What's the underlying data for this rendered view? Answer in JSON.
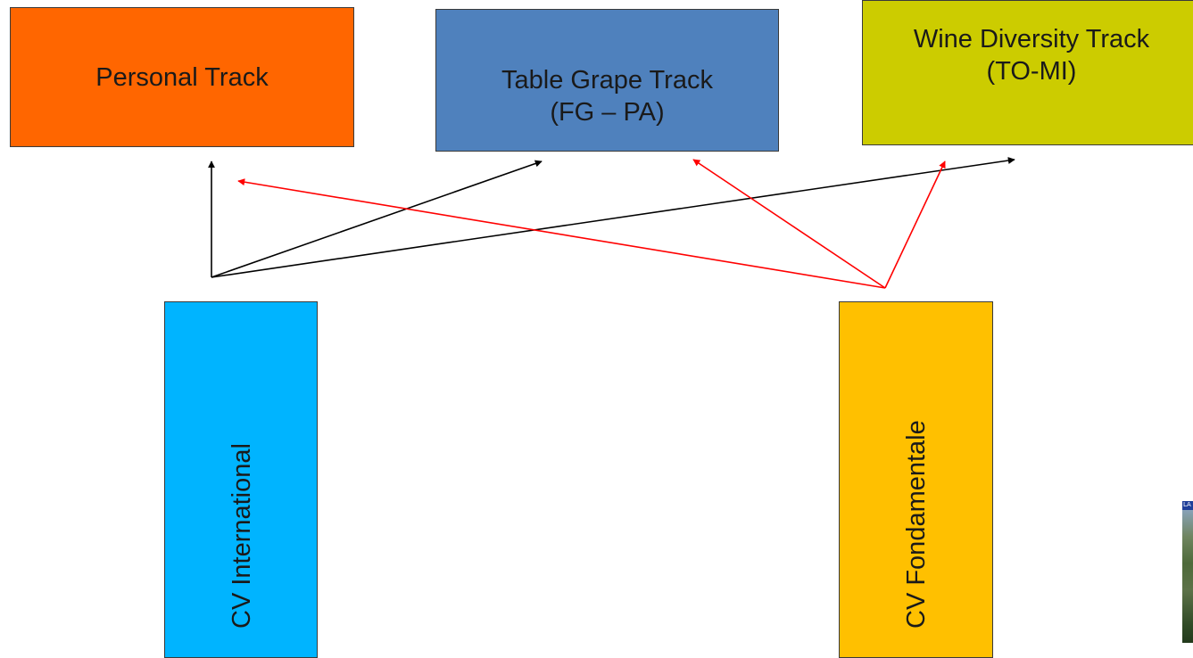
{
  "boxes": {
    "personal": {
      "label": "Personal Track",
      "color": "#ff6600"
    },
    "table_grape": {
      "line1": "Table Grape Track",
      "line2": "(FG – PA)",
      "color": "#4f81bd"
    },
    "wine_diversity": {
      "line1": "Wine Diversity Track",
      "line2": "(TO-MI)",
      "color": "#cccc00"
    },
    "cv_international": {
      "label": "CV International",
      "color": "#00b4ff"
    },
    "cv_fondamentale": {
      "label": "CV Fondamentale",
      "color": "#ffc000"
    }
  },
  "arrows": {
    "black_color": "#000000",
    "red_color": "#ff0000"
  },
  "thumbnail": {
    "label": "LA"
  }
}
